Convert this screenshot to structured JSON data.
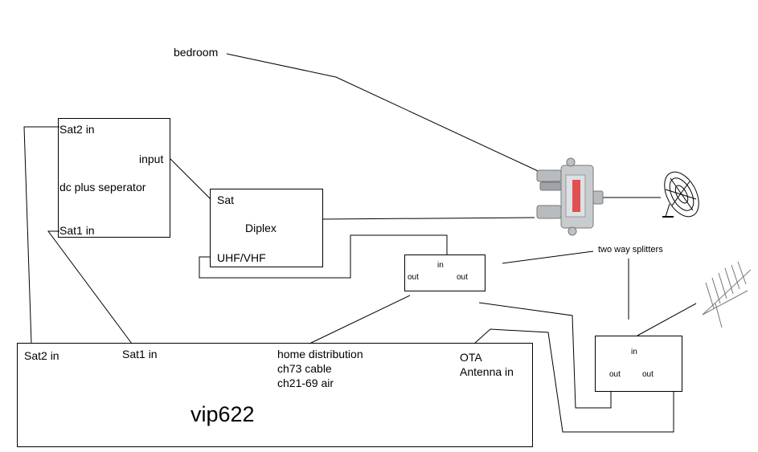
{
  "labels": {
    "bedroom": "bedroom",
    "two_way_splitters": "two way splitters"
  },
  "separator": {
    "sat2_in": "Sat2 in",
    "input": "input",
    "name": "dc plus seperator",
    "sat1_in": "Sat1 in"
  },
  "diplex": {
    "sat": "Sat",
    "name": "Diplex",
    "uhf_vhf": "UHF/VHF"
  },
  "splitter1": {
    "in": "in",
    "out_left": "out",
    "out_right": "out"
  },
  "splitter2": {
    "in": "in",
    "out_left": "out",
    "out_right": "out"
  },
  "receiver": {
    "sat2_in": "Sat2 in",
    "sat1_in": "Sat1 in",
    "home_distribution": "home distribution",
    "ch73": "ch73 cable",
    "ch21": "ch21-69 air",
    "ota": "OTA",
    "antenna_in": "Antenna in",
    "model": "vip622"
  }
}
